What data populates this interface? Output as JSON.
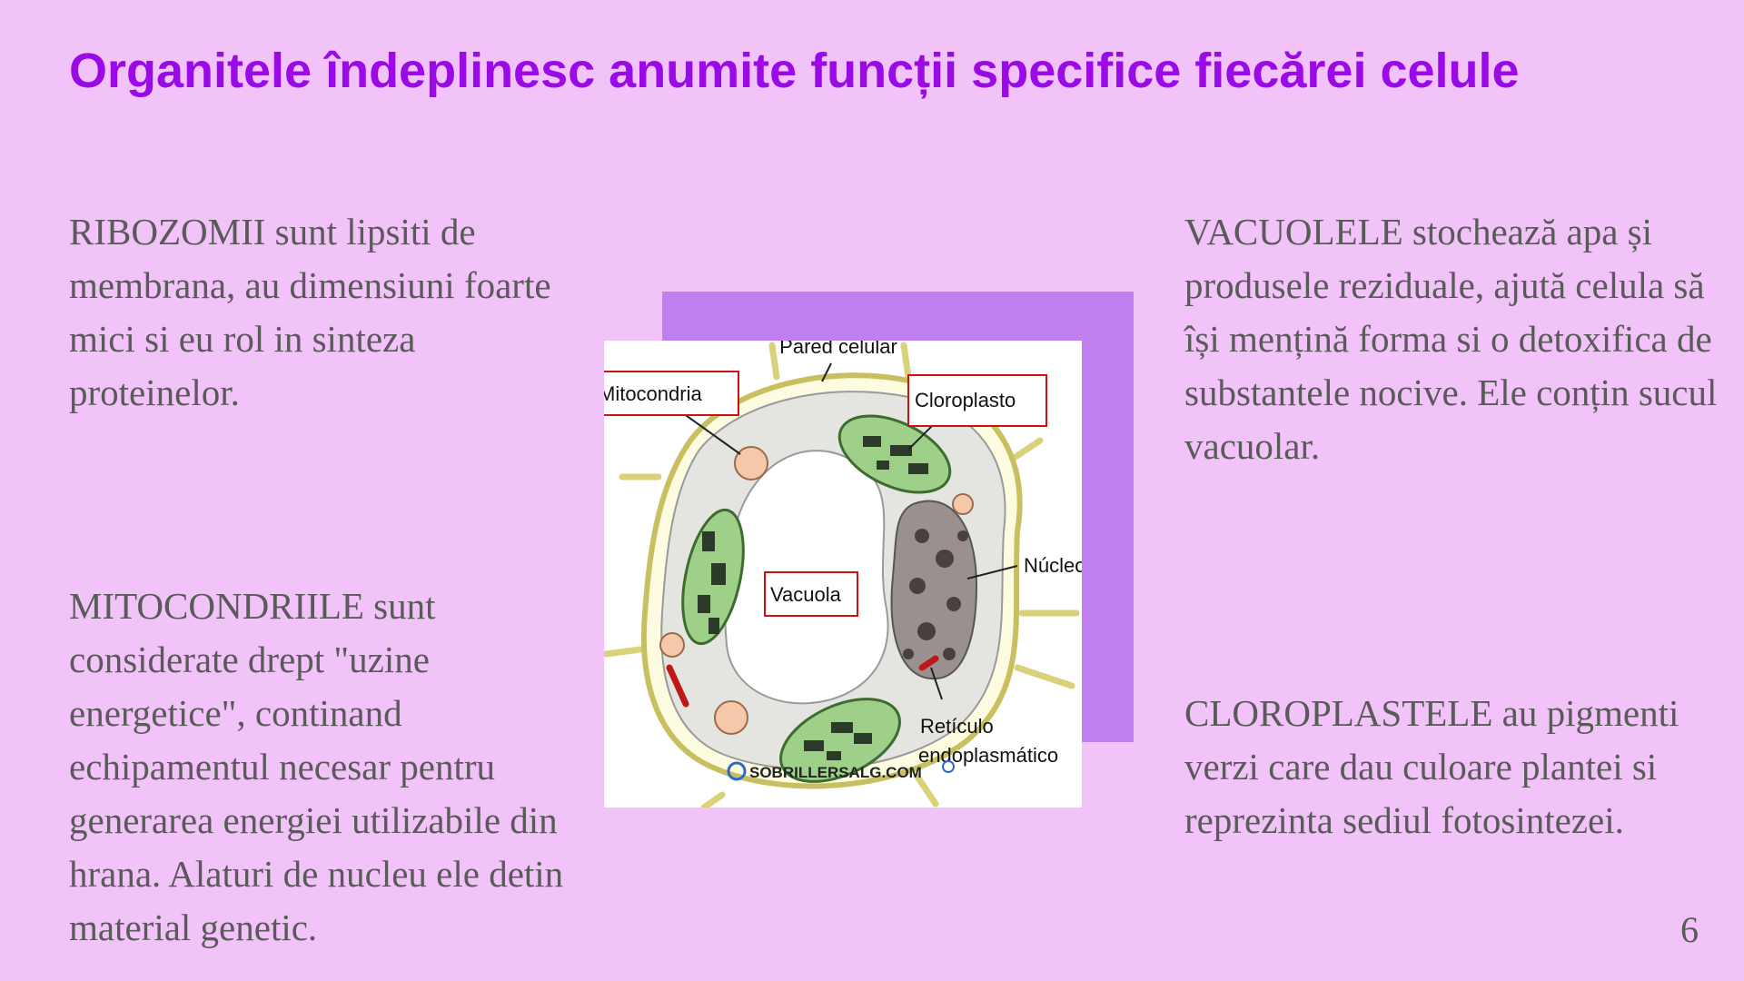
{
  "slide": {
    "title": "Organitele îndeplinesc anumite funcții specifice fiecărei celule",
    "ribozomi_text": "RIBOZOMII sunt lipsiti de membrana, au dimensiuni foarte mici si eu rol in sinteza proteinelor.",
    "mitocondrii_text": "MITOCONDRIILE sunt considerate drept \"uzine energetice\", continand echipamentul necesar pentru generarea energiei utilizabile din hrana. Alaturi de nucleu ele detin material genetic.",
    "vacuole_text": "VACUOLELE stochează apa și produsele reziduale, ajută celula să își mențină forma si o detoxifica de substantele nocive. Ele conțin sucul vacuolar.",
    "cloroplaste_text": "CLOROPLASTELE au pigmenti verzi care dau culoare plantei si reprezinta sediul fotosintezei.",
    "page_number": "6"
  },
  "figure": {
    "labels": {
      "pared": "Pared celular",
      "mitocondria": "Mitocondria",
      "cloroplasto": "Cloroplasto",
      "nucleo": "Núcleo",
      "vacuola": "Vacuola",
      "reticulo_1": "Retículo",
      "reticulo_2": "endoplasmático"
    },
    "watermark": "SOBRILLERSALG.COM"
  },
  "colors": {
    "background": "#f2c3f8",
    "title": "#9a0ae6",
    "body_text": "#5a5a5a",
    "accent_square": "#c07ff0",
    "label_box_border": "#d01010"
  }
}
